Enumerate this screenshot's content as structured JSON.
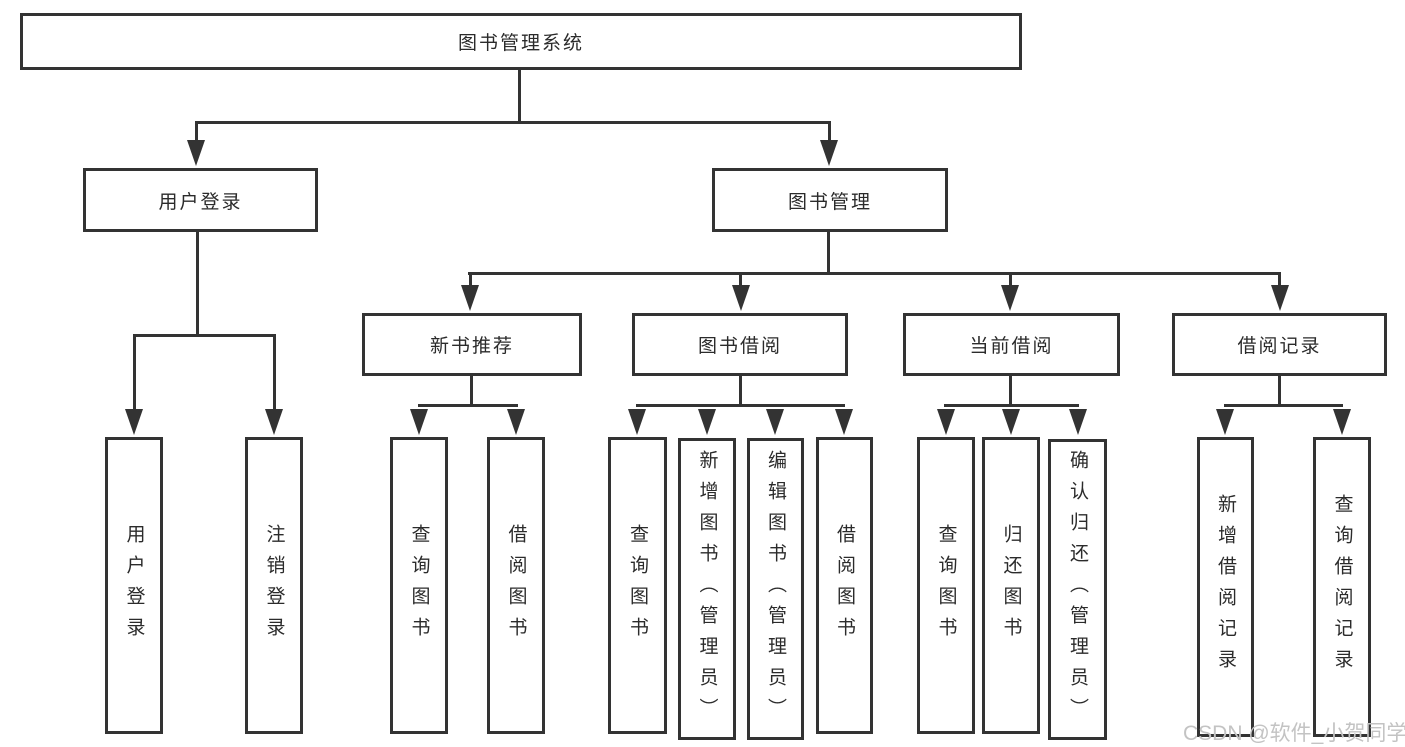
{
  "nodes": {
    "root": {
      "label": "图书管理系统"
    },
    "level2": [
      {
        "label": "用户登录"
      },
      {
        "label": "图书管理"
      }
    ],
    "level3": [
      {
        "label": "新书推荐"
      },
      {
        "label": "图书借阅"
      },
      {
        "label": "当前借阅"
      },
      {
        "label": "借阅记录"
      }
    ],
    "leaves": [
      {
        "label": "用户登录"
      },
      {
        "label": "注销登录"
      },
      {
        "label": "查询图书"
      },
      {
        "label": "借阅图书"
      },
      {
        "label": "查询图书"
      },
      {
        "label": "新增图书（管理员）"
      },
      {
        "label": "编辑图书（管理员）"
      },
      {
        "label": "借阅图书"
      },
      {
        "label": "查询图书"
      },
      {
        "label": "归还图书"
      },
      {
        "label": "确认归还（管理员）"
      },
      {
        "label": "新增借阅记录"
      },
      {
        "label": "查询借阅记录"
      }
    ]
  },
  "watermark": {
    "text": "CSDN @软件_小贺同学",
    "color": "#c3c3c3"
  },
  "colors": {
    "line": "#333333",
    "border": "#333333",
    "text": "#2b2b2b",
    "background": "#ffffff"
  }
}
